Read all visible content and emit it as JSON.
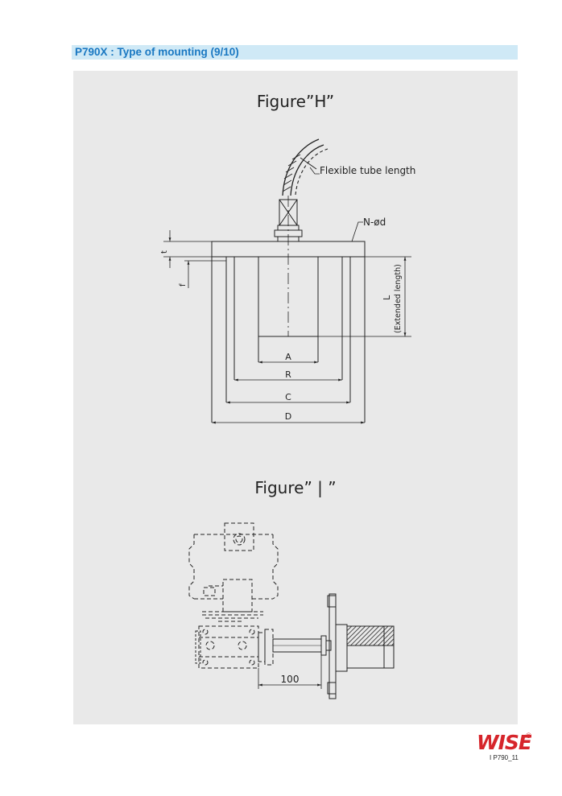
{
  "header": {
    "title": "P790X : Type of mounting (9/10)"
  },
  "figure_h": {
    "title": "Figure”H”",
    "labels": {
      "flexible_tube": "Flexible tube length",
      "flange_holes": "N-ød",
      "t": "t",
      "f": "f",
      "L": "L",
      "extended": "(Extended length)",
      "A": "A",
      "R": "R",
      "C": "C",
      "D": "D"
    }
  },
  "figure_i": {
    "title": "Figure” | ”",
    "dimension": "100"
  },
  "footer": {
    "logo_text": "WISE",
    "registered": "®",
    "page_code": "I P790_11",
    "logo_color": "#d6252b"
  }
}
